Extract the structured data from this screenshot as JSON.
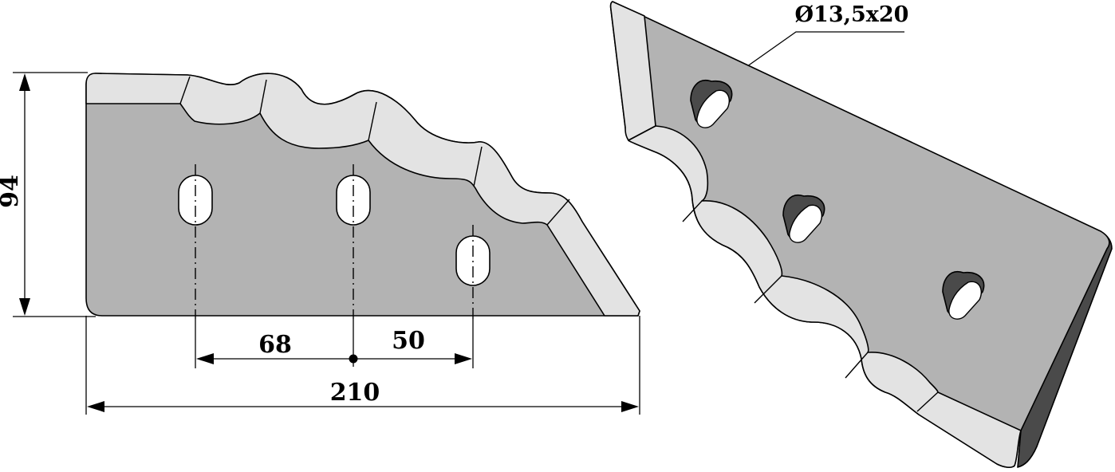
{
  "dimensions": {
    "height": "94",
    "length": "210",
    "hole_spacing_1": "68",
    "hole_spacing_2": "50",
    "slot_size": "Ø13,5x20"
  },
  "colors": {
    "steel": "#b3b3b3",
    "edge": "#e3e3e3",
    "outline": "#000000",
    "hole": "#ffffff",
    "hole_side": "#4a4a4a"
  }
}
